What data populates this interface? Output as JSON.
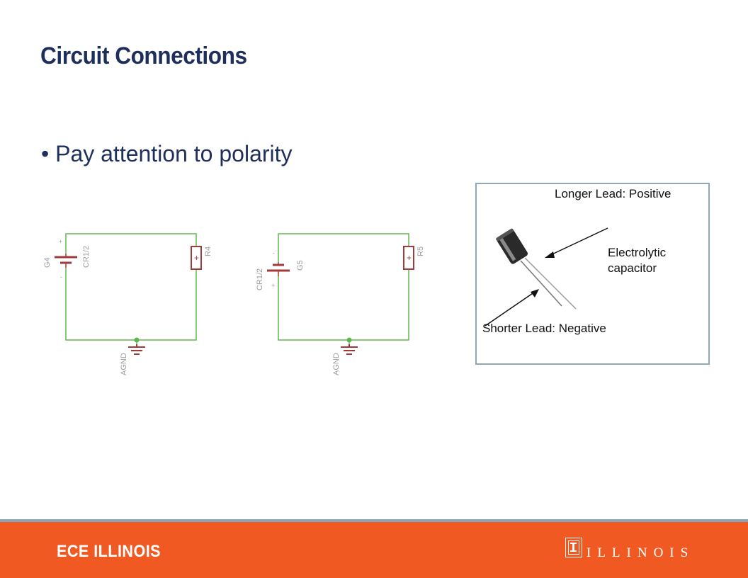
{
  "slide": {
    "title": "Circuit Connections",
    "bullet": "Pay attention to polarity"
  },
  "circuit_left": {
    "source_ref": "G4",
    "source_value": "CR1/2",
    "resistor_ref": "R4",
    "ground_label": "AGND",
    "top_sign": "+",
    "bottom_sign": "-",
    "resistor_sign": "+"
  },
  "circuit_right": {
    "source_ref": "G5",
    "source_value": "CR1/2",
    "resistor_ref": "R5",
    "ground_label": "AGND",
    "top_sign": "-",
    "bottom_sign": "+",
    "resistor_sign": "+"
  },
  "capacitor_figure": {
    "longer_lead": "Longer Lead: Positive",
    "name_line1": "Electrolytic",
    "name_line2": "capacitor",
    "shorter_lead": "Shorter Lead: Negative"
  },
  "footer": {
    "department": "ECE ILLINOIS",
    "university": "ILLINOIS"
  },
  "colors": {
    "title": "#1f2f5c",
    "wire": "#5fb84e",
    "component": "#a33a3a",
    "footer_bg": "#f05a22",
    "footer_line": "#8aa6ba"
  }
}
